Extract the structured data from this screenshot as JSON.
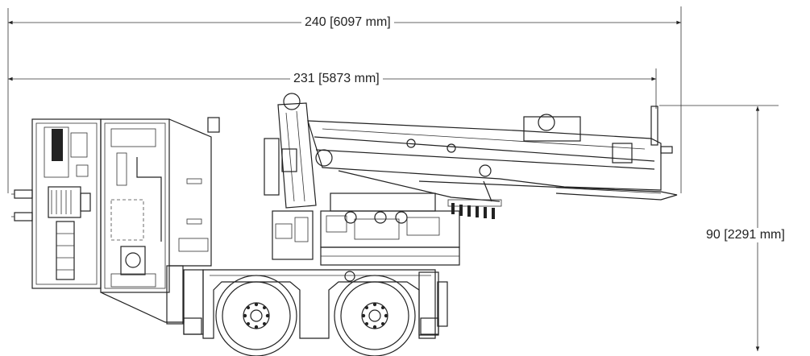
{
  "dimensions": {
    "overall_length": "240 [6097 mm]",
    "body_length": "231 [5873 mm]",
    "height": "90 [2291 mm]"
  }
}
